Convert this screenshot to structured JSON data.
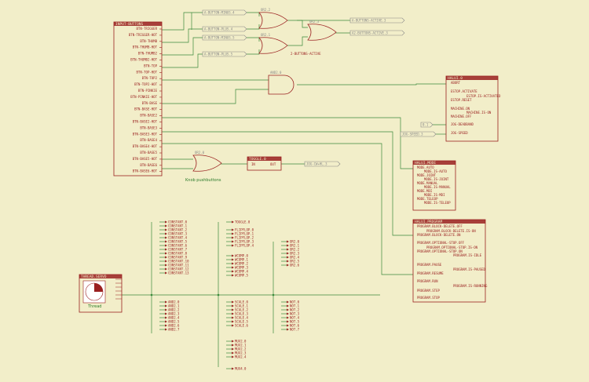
{
  "input_block": {
    "title": "INPUT-BUTTONS",
    "pins": [
      "BTN-TRIGGER",
      "BTN-TRIGGER-HOT",
      "BTN-THUMB",
      "BTN-THUMB-HOT",
      "BTN-THUMB2",
      "BTN-THUMB2-HOT",
      "BTN-TOP",
      "BTN-TOP-HOT",
      "BTN-TOP2",
      "BTN-TOP2-HOT",
      "BTN-PINKIE",
      "BTN-PINKIE-HOT",
      "BTN-BASE",
      "BTN-BASE-HOT",
      "BTN-BASE2",
      "BTN-BASE2-HOT",
      "BTN-BASE3",
      "BTN-BASE3-HOT",
      "BTN-BASE4",
      "BTN-BASE4-HOT",
      "BTN-BASE5",
      "BTN-BASE5-HOT",
      "BTN-BASE6",
      "BTN-BASE6-HOT"
    ]
  },
  "top_tags": [
    "A-BUTTON-MINUS.4",
    "A-BUTTON-PLUS.4",
    "A-BUTTON-MINUS.5",
    "A-BUTTON-PLUS.5"
  ],
  "or_gates": [
    {
      "name": "OR2.2"
    },
    {
      "name": "OR2.1"
    },
    {
      "name": "OR2.3"
    }
  ],
  "out_tags": [
    "A-BUTTONS-ACTIVE.3",
    "A2-BUTTONS-ACTIVE.3"
  ],
  "two_buttons_caption": "2-BUTTONS-ACTIVE",
  "and_gate": "AND2.0",
  "or_gate_knob": "OR2.0",
  "knob_caption": "Knob pushbuttons",
  "toggle": {
    "title": "TOGGLE.0",
    "in": "IN",
    "out": "OUT"
  },
  "jog_tag": "JOG-CW+HL.3",
  "halui_block": {
    "title": "HALUI.0",
    "pins": [
      "ABORT",
      "ESTOP.ACTIVATE",
      "ESTOP.IS-ACTIVATED",
      "ESTOP.RESET",
      "MACHINE.ON",
      "MACHINE.IS-ON",
      "MACHINE.OFF",
      "JOG-DEADBAND",
      "JOG-SPEED"
    ]
  },
  "small_tag": "0.1",
  "jog_speed_tag": "JOG-SPEED.3",
  "mode_block": {
    "title": "HALUI.MODE",
    "pins": [
      "MODE.AUTO",
      "MODE.IS-AUTO",
      "MODE.JOINT",
      "MODE.IS-JOINT",
      "MODE.MANUAL",
      "MODE.IS-MANUAL",
      "MODE.MDI",
      "MODE.IS-MDI",
      "MODE.TELEOP",
      "MODE.IS-TELEOP"
    ]
  },
  "program_block": {
    "title": "HALUI.PROGRAM",
    "pins": [
      "PROGRAM.BLOCK-DELETE.OFF",
      "PROGRAM.BLOCK-DELETE.IS-ON",
      "PROGRAM.BLOCK-DELETE.ON",
      "PROGRAM.OPTIONAL-STOP.OFF",
      "PROGRAM.OPTIONAL-STOP.IS-ON",
      "PROGRAM.OPTIONAL-STOP.ON",
      "PROGRAM.IS-IDLE",
      "PROGRAM.PAUSE",
      "PROGRAM.IS-PAUSED",
      "PROGRAM.RESUME",
      "PROGRAM.RUN",
      "PROGRAM.IS-RUNNING",
      "PROGRAM.STEP",
      "PROGRAM.STOP"
    ]
  },
  "thread": {
    "title": "THREAD.SERVO",
    "caption": "Thread"
  },
  "constants": [
    "CONSTANT.0",
    "CONSTANT.1",
    "CONSTANT.2",
    "CONSTANT.3",
    "CONSTANT.4",
    "CONSTANT.5",
    "CONSTANT.6",
    "CONSTANT.7",
    "CONSTANT.8",
    "CONSTANT.9",
    "CONSTANT.10",
    "CONSTANT.11",
    "CONSTANT.12",
    "CONSTANT.13"
  ],
  "ands": [
    "AND2.0",
    "AND2.1",
    "AND2.2",
    "AND2.3",
    "AND2.4",
    "AND2.5",
    "AND2.6",
    "AND2.7"
  ],
  "toggles": [
    "TOGGLE.0"
  ],
  "flipflops": [
    "FLIPFLOP.0",
    "FLIPFLOP.1",
    "FLIPFLOP.2",
    "FLIPFLOP.3",
    "FLIPFLOP.4"
  ],
  "decimals": [
    "WCOMP.0",
    "WCOMP.1",
    "WCOMP.2",
    "WCOMP.3",
    "WCOMP.4",
    "WCOMP.5"
  ],
  "scales": [
    "SCALE.0",
    "SCALE.1",
    "SCALE.2",
    "SCALE.3",
    "SCALE.4",
    "SCALE.5",
    "SCALE.6"
  ],
  "muxes": [
    "MUX2.0",
    "MUX2.1",
    "MUX2.2",
    "MUX2.3",
    "MUX2.4"
  ],
  "mux_last": "MUX4.0",
  "ors": [
    "OR2.0",
    "OR2.1",
    "OR2.2",
    "OR2.3",
    "OR2.4",
    "OR2.5",
    "OR2.6"
  ],
  "nots": [
    "NOT.0",
    "NOT.1",
    "NOT.2",
    "NOT.3",
    "NOT.4",
    "NOT.5",
    "NOT.6",
    "NOT.7"
  ]
}
